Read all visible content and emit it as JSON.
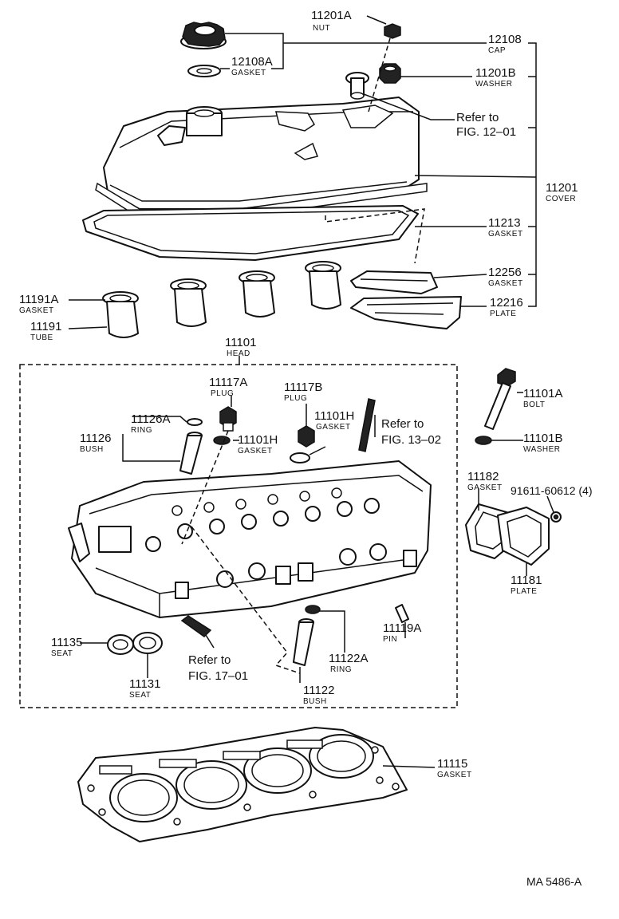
{
  "labels": [
    {
      "id": "nut",
      "num": "11201A",
      "sub": "NUT"
    },
    {
      "id": "cap",
      "num": "12108",
      "sub": "CAP"
    },
    {
      "id": "cap-gasket",
      "num": "12108A",
      "sub": "GASKET"
    },
    {
      "id": "washer-b",
      "num": "11201B",
      "sub": "WASHER"
    },
    {
      "id": "cover",
      "num": "11201",
      "sub": "COVER"
    },
    {
      "id": "cover-gasket",
      "num": "11213",
      "sub": "GASKET"
    },
    {
      "id": "gasket-12256",
      "num": "12256",
      "sub": "GASKET"
    },
    {
      "id": "plate-12216",
      "num": "12216",
      "sub": "PLATE"
    },
    {
      "id": "tube-gasket",
      "num": "11191A",
      "sub": "GASKET"
    },
    {
      "id": "tube",
      "num": "11191",
      "sub": "TUBE"
    },
    {
      "id": "head",
      "num": "11101",
      "sub": "HEAD"
    },
    {
      "id": "plug-a",
      "num": "11117A",
      "sub": "PLUG"
    },
    {
      "id": "plug-b",
      "num": "11117B",
      "sub": "PLUG"
    },
    {
      "id": "ring-a",
      "num": "11126A",
      "sub": "RING"
    },
    {
      "id": "bush",
      "num": "11126",
      "sub": "BUSH"
    },
    {
      "id": "gasket-h1",
      "num": "11101H",
      "sub": "GASKET"
    },
    {
      "id": "gasket-h2",
      "num": "11101H",
      "sub": "GASKET"
    },
    {
      "id": "bolt",
      "num": "11101A",
      "sub": "BOLT"
    },
    {
      "id": "washer-bolt",
      "num": "11101B",
      "sub": "WASHER"
    },
    {
      "id": "gasket-11182",
      "num": "11182",
      "sub": "GASKET"
    },
    {
      "id": "plate-11181",
      "num": "11181",
      "sub": "PLATE"
    },
    {
      "id": "pin",
      "num": "11119A",
      "sub": "PIN"
    },
    {
      "id": "seat-35",
      "num": "11135",
      "sub": "SEAT"
    },
    {
      "id": "seat-31",
      "num": "11131",
      "sub": "SEAT"
    },
    {
      "id": "ring-22a",
      "num": "11122A",
      "sub": "RING"
    },
    {
      "id": "bush-22",
      "num": "11122",
      "sub": "BUSH"
    },
    {
      "id": "head-gasket",
      "num": "11115",
      "sub": "GASKET"
    }
  ],
  "refs": [
    {
      "id": "ref-12-01",
      "line1": "Refer to",
      "line2": "FIG. 12–01"
    },
    {
      "id": "ref-13-02",
      "line1": "Refer to",
      "line2": "FIG. 13–02"
    },
    {
      "id": "ref-17-01",
      "line1": "Refer to",
      "line2": "FIG. 17–01"
    }
  ],
  "bolt_code": "91611-60612 (4)",
  "drawing_code": "MA  5486-A"
}
